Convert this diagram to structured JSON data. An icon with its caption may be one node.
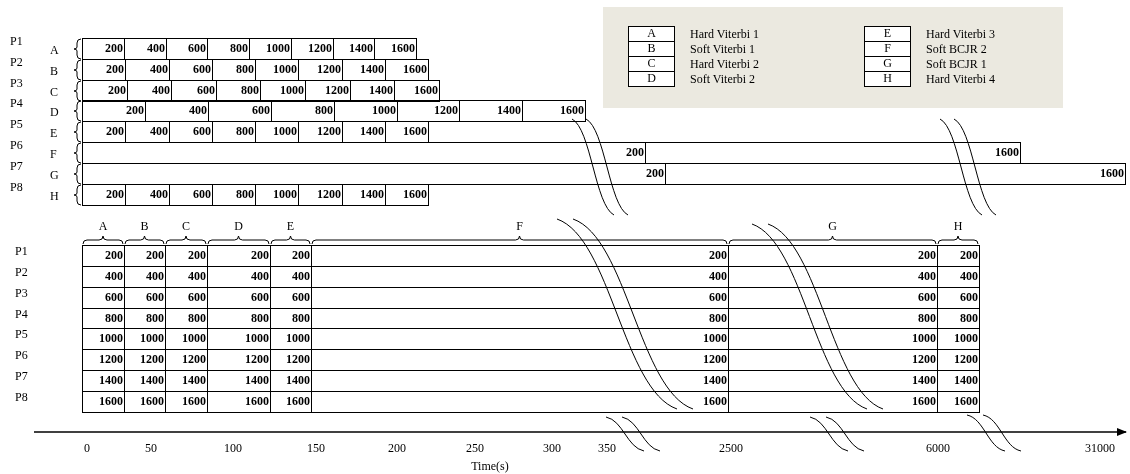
{
  "diagram": {
    "nodes": [
      {
        "text": [],
        "shape": "box"
      },
      {
        "text": [
          "A"
        ],
        "in": 0,
        "beside": [
          "Hard Viterbi 1"
        ]
      },
      {
        "text": [
          "B"
        ],
        "in": 0,
        "beside": [
          "Soft Viterbi 1"
        ]
      },
      {
        "text": [
          "C"
        ],
        "in": 0,
        "beside": [
          "Hard Viterbi 2"
        ]
      },
      {
        "text": [
          "D"
        ],
        "in": 0,
        "beside": [
          "Soft Viterbi 2"
        ]
      },
      {
        "text": [
          "E"
        ],
        "in": 0,
        "beside": [
          "Hard Viterbi 3"
        ]
      },
      {
        "text": [
          "F"
        ],
        "in": 0,
        "beside": [
          "Soft BCJR 2"
        ]
      },
      {
        "text": [
          "G"
        ],
        "in": 0,
        "beside": [
          "Soft BCJR 1"
        ]
      },
      {
        "text": [
          "H"
        ],
        "in": 0,
        "beside": [
          "Hard Viterbi 4"
        ]
      },
      {
        "text": [
          "200"
        ]
      },
      {
        "text": [
          "400"
        ]
      },
      {
        "text": [
          "600"
        ]
      },
      {
        "text": [
          "800"
        ]
      },
      {
        "text": [
          "1000"
        ]
      },
      {
        "text": [
          "1200"
        ]
      },
      {
        "text": [
          "1400"
        ]
      },
      {
        "text": [
          "1600"
        ]
      },
      {
        "text": [
          "200"
        ]
      },
      {
        "text": [
          "400"
        ]
      },
      {
        "text": [
          "600"
        ]
      },
      {
        "text": [
          "800"
        ]
      },
      {
        "text": [
          "1000"
        ]
      },
      {
        "text": [
          "1200"
        ]
      },
      {
        "text": [
          "1400"
        ]
      },
      {
        "text": [
          "1600"
        ]
      },
      {
        "text": [
          "200"
        ]
      },
      {
        "text": [
          "400"
        ]
      },
      {
        "text": [
          "600"
        ]
      },
      {
        "text": [
          "800"
        ]
      },
      {
        "text": [
          "1000"
        ]
      },
      {
        "text": [
          "1200"
        ]
      },
      {
        "text": [
          "1400"
        ]
      },
      {
        "text": [
          "1600"
        ]
      },
      {
        "text": [
          "200"
        ]
      },
      {
        "text": [
          "400"
        ]
      },
      {
        "text": [
          "600"
        ]
      },
      {
        "text": [
          "800"
        ]
      },
      {
        "text": [
          "1000"
        ]
      },
      {
        "text": [
          "1200"
        ]
      },
      {
        "text": [
          "1400"
        ]
      },
      {
        "text": [
          "1600"
        ]
      },
      {
        "text": [
          "200"
        ]
      },
      {
        "text": [
          "400"
        ]
      },
      {
        "text": [
          "600"
        ]
      },
      {
        "text": [
          "800"
        ]
      },
      {
        "text": [
          "1000"
        ]
      },
      {
        "text": [
          "1200"
        ]
      },
      {
        "text": [
          "1400"
        ]
      },
      {
        "text": [
          "1600"
        ]
      },
      {
        "text": [
          "200"
        ]
      },
      {
        "text": [
          "1600"
        ]
      },
      {
        "text": [
          "200"
        ]
      },
      {
        "text": [
          "1600"
        ]
      },
      {
        "text": [
          "200"
        ]
      },
      {
        "text": [
          "400"
        ]
      },
      {
        "text": [
          "600"
        ]
      },
      {
        "text": [
          "800"
        ]
      },
      {
        "text": [
          "1000"
        ]
      },
      {
        "text": [
          "1200"
        ]
      },
      {
        "text": [
          "1400"
        ]
      },
      {
        "text": [
          "1600"
        ]
      },
      {
        "text": [
          "200"
        ]
      },
      {
        "text": [
          "200"
        ]
      },
      {
        "text": [
          "200"
        ]
      },
      {
        "text": [
          "200"
        ]
      },
      {
        "text": [
          "200"
        ]
      },
      {
        "text": [
          "200"
        ]
      },
      {
        "text": [
          "200"
        ]
      },
      {
        "text": [
          "200"
        ]
      },
      {
        "text": [
          "400"
        ]
      },
      {
        "text": [
          "400"
        ]
      },
      {
        "text": [
          "400"
        ]
      },
      {
        "text": [
          "400"
        ]
      },
      {
        "text": [
          "400"
        ]
      },
      {
        "text": [
          "400"
        ]
      },
      {
        "text": [
          "400"
        ]
      },
      {
        "text": [
          "400"
        ]
      },
      {
        "text": [
          "600"
        ]
      },
      {
        "text": [
          "600"
        ]
      },
      {
        "text": [
          "600"
        ]
      },
      {
        "text": [
          "600"
        ]
      },
      {
        "text": [
          "600"
        ]
      },
      {
        "text": [
          "600"
        ]
      },
      {
        "text": [
          "600"
        ]
      },
      {
        "text": [
          "600"
        ]
      },
      {
        "text": [
          "800"
        ]
      },
      {
        "text": [
          "800"
        ]
      },
      {
        "text": [
          "800"
        ]
      },
      {
        "text": [
          "800"
        ]
      },
      {
        "text": [
          "800"
        ]
      },
      {
        "text": [
          "800"
        ]
      },
      {
        "text": [
          "800"
        ]
      },
      {
        "text": [
          "800"
        ]
      },
      {
        "text": [
          "1000"
        ]
      },
      {
        "text": [
          "1000"
        ]
      },
      {
        "text": [
          "1000"
        ]
      },
      {
        "text": [
          "1000"
        ]
      },
      {
        "text": [
          "1000"
        ]
      },
      {
        "text": [
          "1000"
        ]
      },
      {
        "text": [
          "1000"
        ]
      },
      {
        "text": [
          "1000"
        ]
      },
      {
        "text": [
          "1200"
        ]
      },
      {
        "text": [
          "1200"
        ]
      },
      {
        "text": [
          "1200"
        ]
      },
      {
        "text": [
          "1200"
        ]
      },
      {
        "text": [
          "1200"
        ]
      },
      {
        "text": [
          "1200"
        ]
      },
      {
        "text": [
          "1200"
        ]
      },
      {
        "text": [
          "1200"
        ]
      },
      {
        "text": [
          "1400"
        ]
      },
      {
        "text": [
          "1400"
        ]
      },
      {
        "text": [
          "1400"
        ]
      },
      {
        "text": [
          "1400"
        ]
      },
      {
        "text": [
          "1400"
        ]
      },
      {
        "text": [
          "1400"
        ]
      },
      {
        "text": [
          "1400"
        ]
      },
      {
        "text": [
          "1400"
        ]
      },
      {
        "text": [
          "1600"
        ]
      },
      {
        "text": [
          "1600"
        ]
      },
      {
        "text": [
          "1600"
        ]
      },
      {
        "text": [
          "1600"
        ]
      },
      {
        "text": [
          "1600"
        ]
      },
      {
        "text": [
          "1600"
        ]
      },
      {
        "text": [
          "1600"
        ]
      },
      {
        "text": [
          "1600"
        ]
      }
    ],
    "labels": [
      "P1",
      "A",
      "P2",
      "B",
      "P3",
      "C",
      "P4",
      "D",
      "P5",
      "E",
      "P6",
      "F",
      "P7",
      "G",
      "P8",
      "H",
      "A",
      "B",
      "C",
      "D",
      "E",
      "F",
      "G",
      "H",
      "P1",
      "P2",
      "P3",
      "P4",
      "P5",
      "P6",
      "P7",
      "P8",
      "0",
      "50",
      "100",
      "150",
      "200",
      "250",
      "300",
      "350",
      "2500",
      "6000",
      "31000",
      "Time(s)"
    ]
  }
}
